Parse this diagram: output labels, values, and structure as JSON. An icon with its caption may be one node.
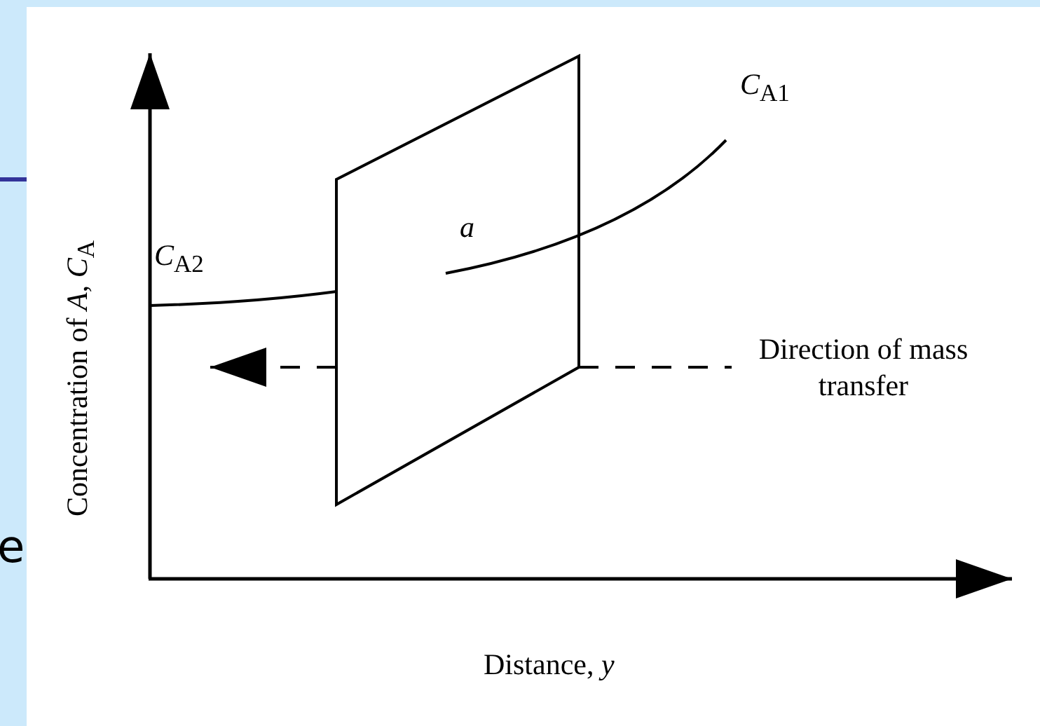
{
  "diagram": {
    "labels": [
      "*C*$_{A1}$",
      "a",
      "*C*$_{A2}$",
      "Direction of mass transfer",
      "Concentration of *A*, *C*$_{A}$",
      "e",
      "Distance, *y*"
    ]
  }
}
